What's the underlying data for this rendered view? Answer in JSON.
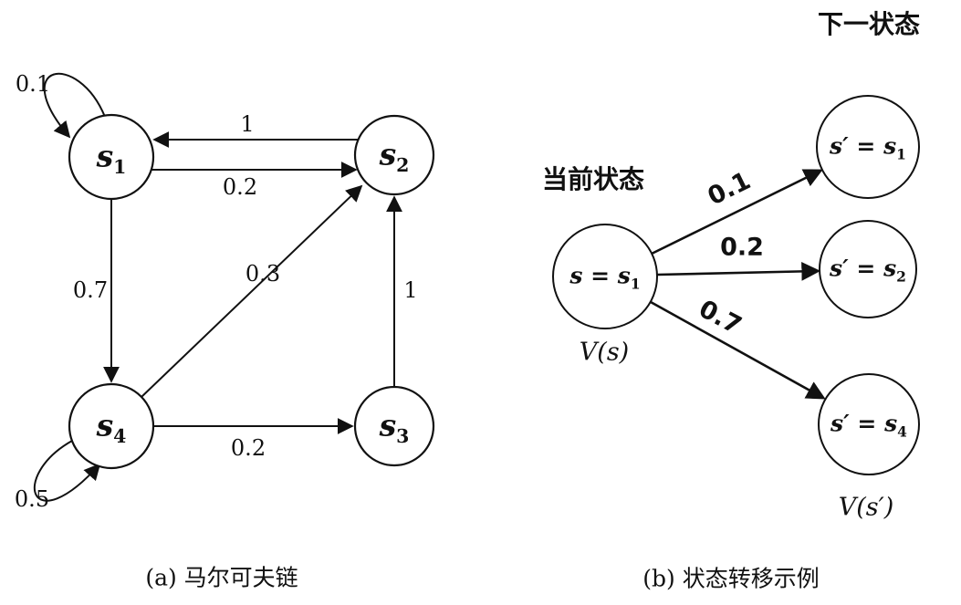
{
  "a": {
    "caption": "(a) 马尔可夫链",
    "nodes": {
      "s1": {
        "base": "s",
        "sub": "1"
      },
      "s2": {
        "base": "s",
        "sub": "2"
      },
      "s3": {
        "base": "s",
        "sub": "3"
      },
      "s4": {
        "base": "s",
        "sub": "4"
      }
    },
    "edges": {
      "s1_self": "0.1",
      "s2_to_s1": "1",
      "s1_to_s2": "0.2",
      "s1_to_s4": "0.7",
      "s4_to_s2": "0.3",
      "s3_to_s2": "1",
      "s4_to_s3": "0.2",
      "s4_self": "0.5"
    }
  },
  "b": {
    "caption": "(b) 状态转移示例",
    "next_state_heading": "下一状态",
    "current_state_heading": "当前状态",
    "current_node": {
      "base": "s = s",
      "sub": "1"
    },
    "current_value": "V(s)",
    "next_nodes": {
      "n1": {
        "base": "s′ = s",
        "sub": "1"
      },
      "n2": {
        "base": "s′ = s",
        "sub": "2"
      },
      "n3": {
        "base": "s′ = s",
        "sub": "4"
      }
    },
    "transition_probs": {
      "p1": "0.1",
      "p2": "0.2",
      "p3": "0.7"
    },
    "next_value": "V(s′)",
    "line_color": "#111111"
  }
}
